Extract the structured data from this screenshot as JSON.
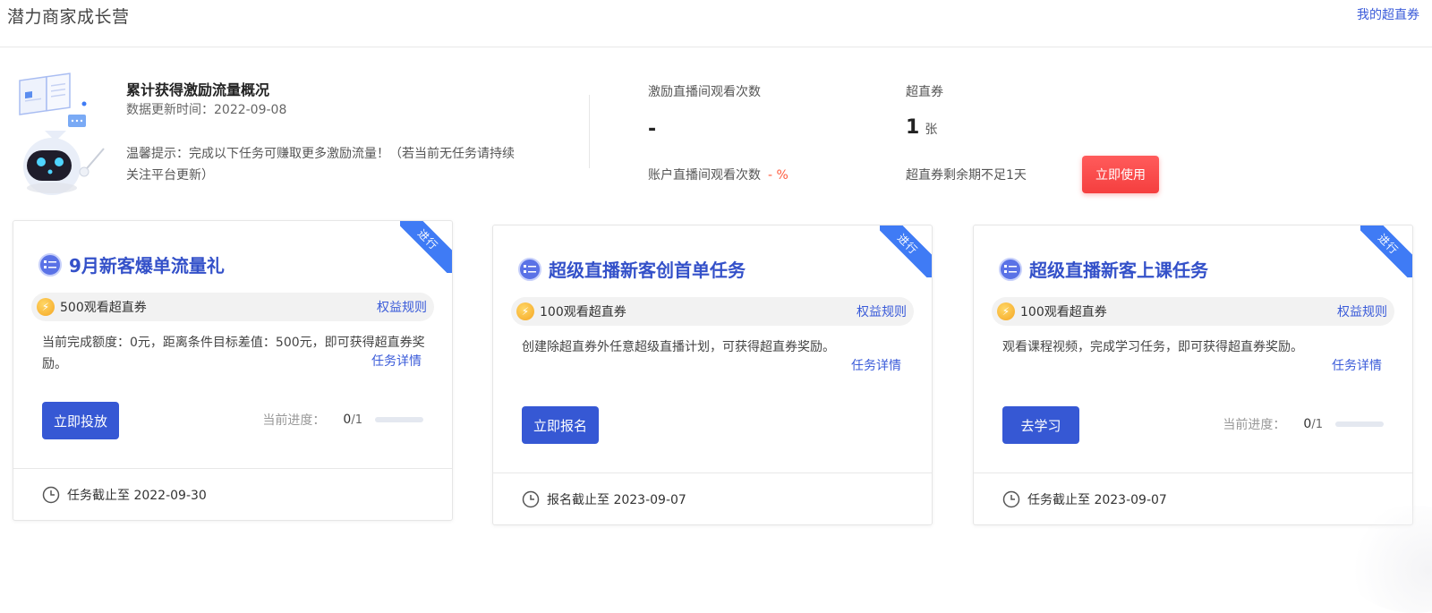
{
  "header": {
    "title": "潜力商家成长营",
    "my_coupons_link": "我的超直券"
  },
  "summary": {
    "title": "累计获得激励流量概况",
    "updated": "数据更新时间：2022-09-08",
    "tip": "温馨提示：完成以下任务可赚取更多激励流量！（若当前无任务请持续关注平台更新）",
    "stats": {
      "incentive_views_label": "激励直播间观看次数",
      "incentive_views_value": "-",
      "account_views_label": "账户直播间观看次数",
      "account_views_pct": "- %",
      "coupon_label": "超直券",
      "coupon_value": "1",
      "coupon_unit": "张",
      "coupon_expiry": "超直券剩余期不足1天",
      "use_button": "立即使用"
    }
  },
  "colors": {
    "primary": "#3658d4",
    "title_blue": "#3451c9",
    "link_blue": "#3a5bd9",
    "ribbon_blue": "#3f7bf5",
    "danger_red": "#f53f3f",
    "coin_gold": "#f5a623"
  },
  "cards": [
    {
      "ribbon": "进行",
      "title": "9月新客爆单流量礼",
      "reward": "500观看超直券",
      "rules_link": "权益规则",
      "description": "当前完成额度：0元，距离条件目标差值：500元，即可获得超直券奖励。",
      "detail_link": "任务详情",
      "button": "立即投放",
      "progress_label": "当前进度：",
      "progress_done": "0",
      "progress_total": "/1",
      "progress_percent": 0,
      "footer": "任务截止至 2022-09-30"
    },
    {
      "ribbon": "进行",
      "title": "超级直播新客创首单任务",
      "reward": "100观看超直券",
      "rules_link": "权益规则",
      "description": "创建除超直券外任意超级直播计划，可获得超直券奖励。",
      "detail_link": "任务详情",
      "button": "立即报名",
      "footer": "报名截止至 2023-09-07"
    },
    {
      "ribbon": "进行",
      "title": "超级直播新客上课任务",
      "reward": "100观看超直券",
      "rules_link": "权益规则",
      "description": "观看课程视频，完成学习任务，即可获得超直券奖励。",
      "detail_link": "任务详情",
      "button": "去学习",
      "progress_label": "当前进度：",
      "progress_done": "0",
      "progress_total": "/1",
      "progress_percent": 0,
      "footer": "任务截止至 2023-09-07"
    }
  ]
}
